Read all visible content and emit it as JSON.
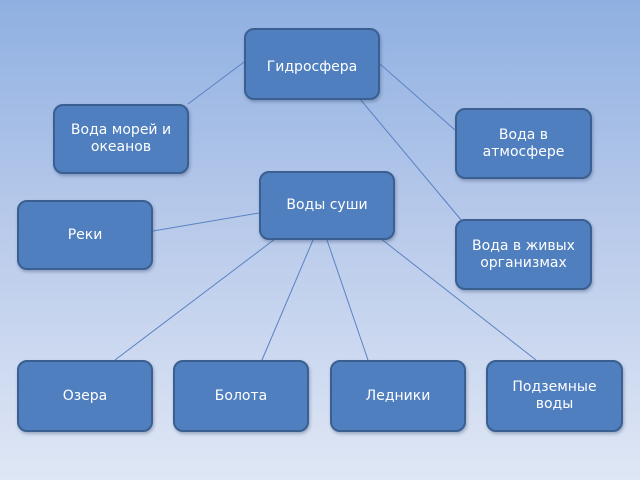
{
  "diagram": {
    "nodes": {
      "hydrosphere": "Гидросфера",
      "seas_oceans": "Вода морей и океанов",
      "atmosphere": "Вода в атмосфере",
      "land_waters": "Воды суши",
      "rivers": "Реки",
      "living_organisms": "Вода в живых организмах",
      "lakes": "Озера",
      "swamps": "Болота",
      "glaciers": "Ледники",
      "groundwater": "Подземные воды"
    },
    "edges": [
      [
        "hydrosphere",
        "seas_oceans"
      ],
      [
        "hydrosphere",
        "atmosphere"
      ],
      [
        "hydrosphere",
        "living_organisms"
      ],
      [
        "land_waters",
        "rivers"
      ],
      [
        "land_waters",
        "lakes"
      ],
      [
        "land_waters",
        "swamps"
      ],
      [
        "land_waters",
        "glaciers"
      ],
      [
        "land_waters",
        "groundwater"
      ]
    ],
    "colors": {
      "node_fill": "#4f7fbf",
      "node_border": "#3a5f90",
      "line": "#5b82c4",
      "text": "#ffffff"
    }
  }
}
